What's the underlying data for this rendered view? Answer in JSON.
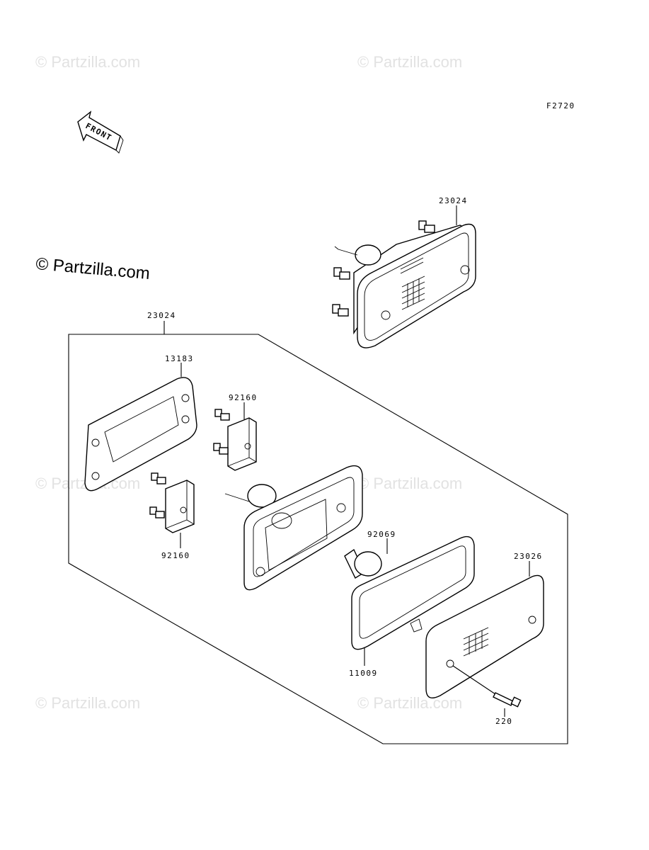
{
  "figure_code": "F2720",
  "front_arrow_label": "FRONT",
  "watermarks": {
    "main": "© Partzilla.com",
    "faint": "© Partzilla.com"
  },
  "callouts": {
    "assembly_top": "23024",
    "assembly_kit": "23024",
    "gasket_base": "13183",
    "socket_upper": "92160",
    "socket_lower": "92160",
    "bulb": "92069",
    "gasket_lens": "11009",
    "lens": "23026",
    "screw": "220"
  },
  "colors": {
    "ink": "#000000",
    "watermark": "#e2e2e2",
    "background": "#ffffff"
  }
}
